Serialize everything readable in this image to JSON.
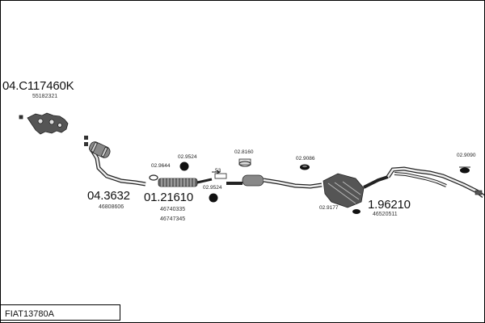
{
  "title": "FIAT13780A",
  "parts": {
    "manifold": {
      "code": "04.C117460K",
      "oe": "55182321"
    },
    "front_pipe": {
      "code": "04.3632",
      "oe": "46808606"
    },
    "flex_pipe": {
      "code": "01.21610",
      "oe1": "46740335",
      "oe2": "46747345"
    },
    "rear_silencer": {
      "code": "1.96210",
      "oe": "46520511"
    }
  },
  "accessories": {
    "a1": "02.9644",
    "a2": "02.9524",
    "a3": "02.9524",
    "a4": "02.8160",
    "a5": "02.9086",
    "a6": "02.9177",
    "a7": "02.9090",
    "gasket_label": "53"
  }
}
